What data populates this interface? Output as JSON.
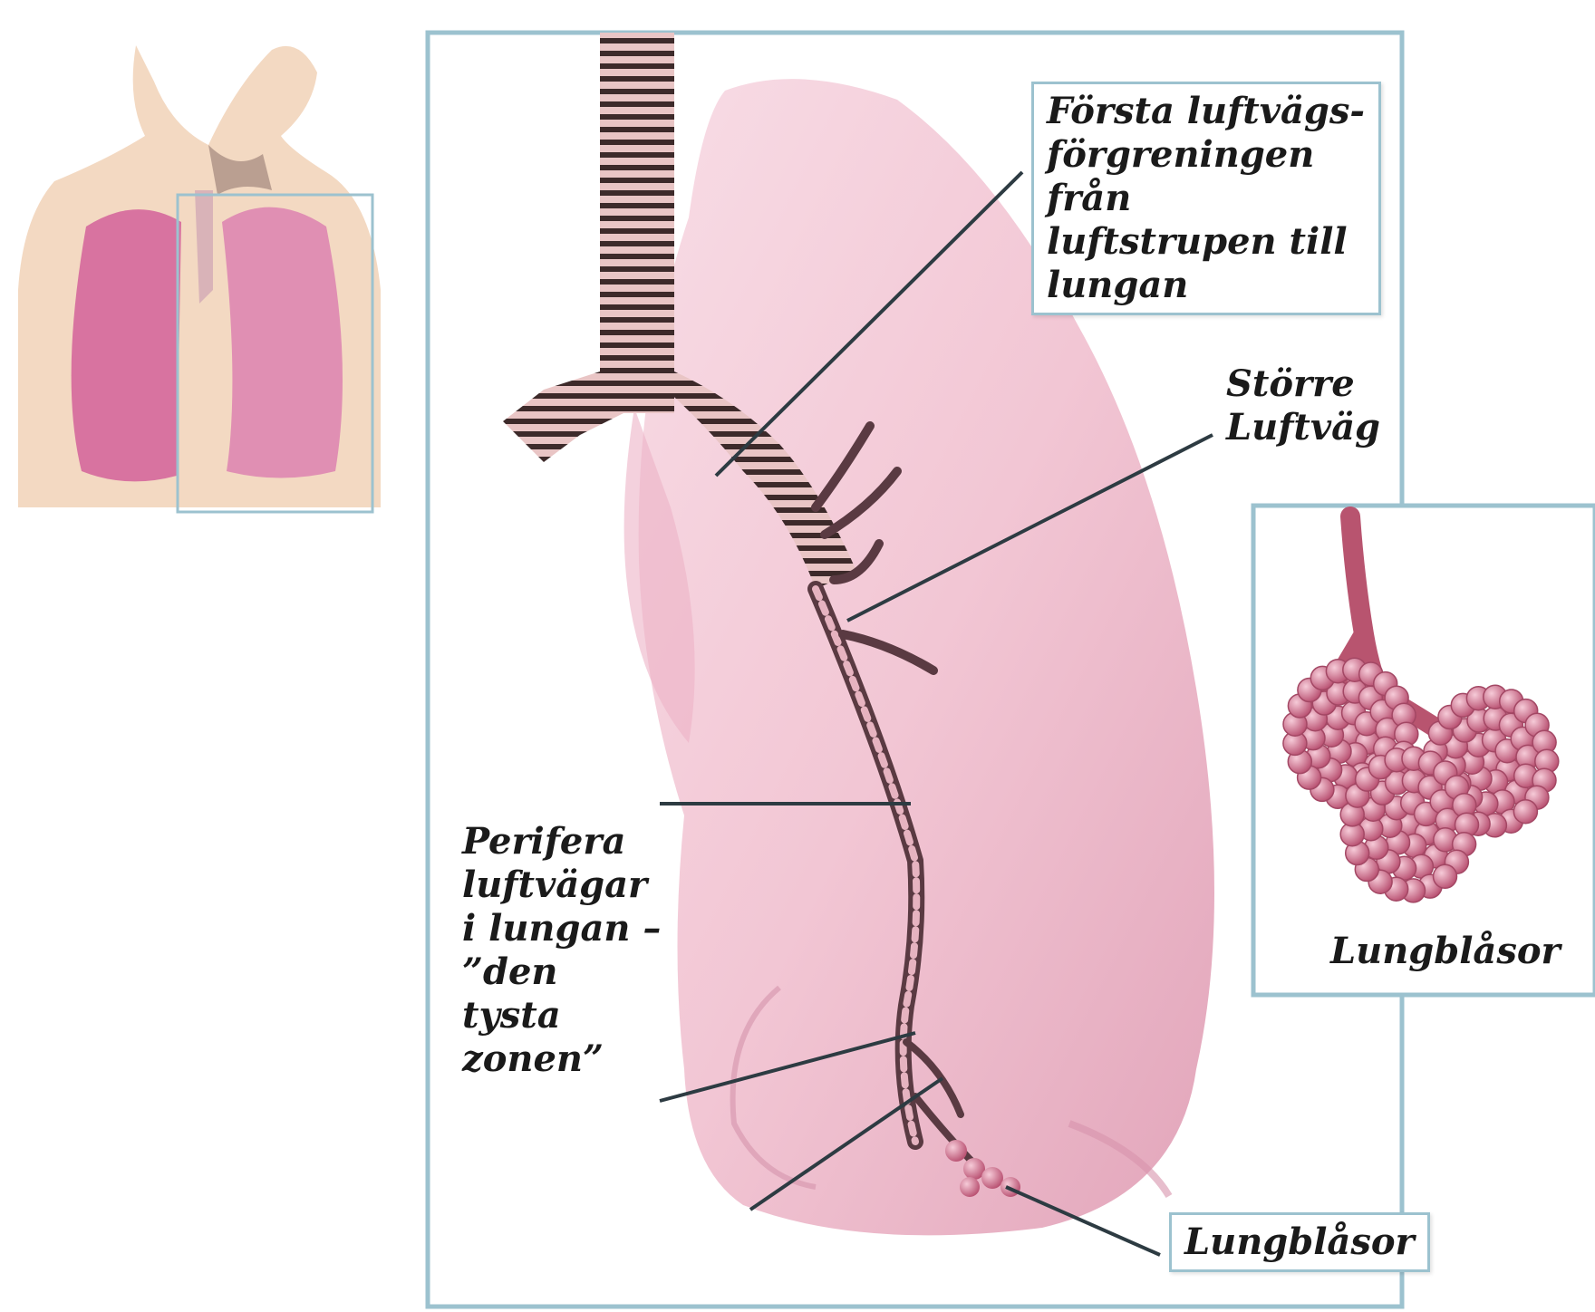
{
  "labels": {
    "first_branching": "Första luftvägs-\nförgreningen från\nluftstrupen till\nlungan",
    "larger_airway": "Större\nLuftväg",
    "peripheral": "Perifera\nluftvägar\n i lungan –\n”den\ntysta\nzonen”",
    "alveoli_inset": "Lungblåsor",
    "alveoli_bottom": "Lungblåsor"
  },
  "colors": {
    "lung": "#f2c9d6",
    "lung_shade": "#e4a9bd",
    "alveoli": "#c9607f",
    "frame": "#9cc2cf",
    "leader": "#2d3b42",
    "skin": "#f3d9c2"
  }
}
